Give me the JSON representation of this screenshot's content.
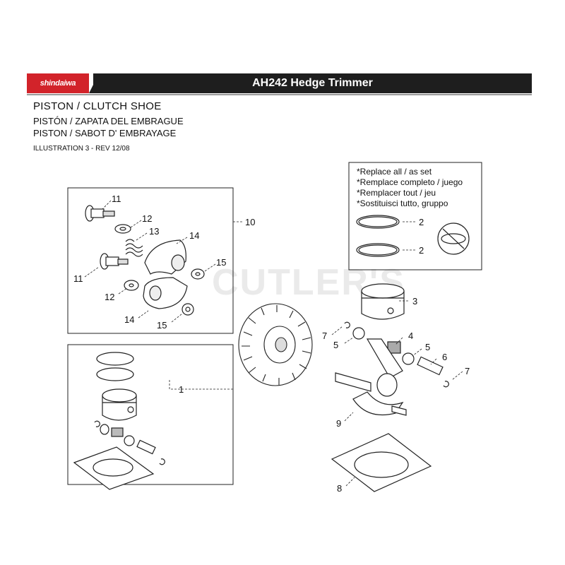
{
  "header": {
    "brand": "shindaiwa",
    "model_title": "AH242 Hedge Trimmer",
    "brand_color": "#d2232a",
    "bar_color": "#1e1e1e"
  },
  "titles": {
    "en": "PISTON / CLUTCH SHOE",
    "es": "PISTÓN / ZAPATA DEL EMBRAGUE",
    "fr": "PISTON / SABOT D' EMBRAYAGE",
    "illustration": "ILLUSTRATION 3 - REV 12/08"
  },
  "notes": [
    "*Replace all / as set",
    "*Remplace completo / juego",
    "*Remplacer tout / jeu",
    "*Sostituisci tutto, gruppo"
  ],
  "watermark": "CUTLER'S",
  "callouts": {
    "c11a": "11",
    "c12a": "12",
    "c13": "13",
    "c14a": "14",
    "c10": "10",
    "c11b": "11",
    "c15a": "15",
    "c12b": "12",
    "c14b": "14",
    "c15b": "15",
    "c1": "1",
    "c2a": "2",
    "c2b": "2",
    "c3": "3",
    "c7a": "7",
    "c5a": "5",
    "c4": "4",
    "c5b": "5",
    "c6": "6",
    "c7b": "7",
    "c9": "9",
    "c8": "8"
  }
}
